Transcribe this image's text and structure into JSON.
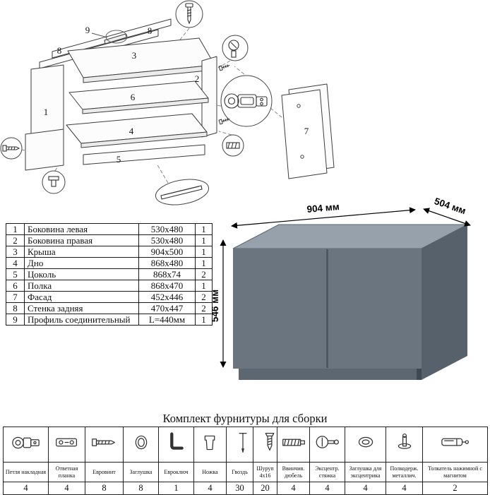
{
  "diagram": {
    "labels": [
      "9",
      "8",
      "8",
      "3",
      "1",
      "2",
      "6",
      "4",
      "5",
      "7"
    ]
  },
  "parts_table": {
    "rows": [
      {
        "num": "1",
        "name": "Боковина левая",
        "size": "530x480",
        "qty": "1"
      },
      {
        "num": "2",
        "name": "Боковина правая",
        "size": "530x480",
        "qty": "1"
      },
      {
        "num": "3",
        "name": "Крыша",
        "size": "904x500",
        "qty": "1"
      },
      {
        "num": "4",
        "name": "Дно",
        "size": "868x480",
        "qty": "1"
      },
      {
        "num": "5",
        "name": "Цоколь",
        "size": "868x74",
        "qty": "2"
      },
      {
        "num": "6",
        "name": "Полка",
        "size": "868x470",
        "qty": "1"
      },
      {
        "num": "7",
        "name": "Фасад",
        "size": "452x446",
        "qty": "2"
      },
      {
        "num": "8",
        "name": "Стенка задняя",
        "size": "470x447",
        "qty": "2"
      },
      {
        "num": "9",
        "name": "Профиль соединительный",
        "size": "L=440мм",
        "qty": "1"
      }
    ]
  },
  "cabinet": {
    "width_label": "904 мм",
    "depth_label": "504 мм",
    "height_label": "546 мм",
    "colors": {
      "top": "#97a1ab",
      "front": "#6b757f",
      "side": "#57616b",
      "plinth": "#5d6771"
    }
  },
  "hardware": {
    "title": "Комплект фурнитуры для сборки",
    "items": [
      {
        "icon": "hinge",
        "name": "Петля накладная",
        "qty": "4"
      },
      {
        "icon": "strike-plate",
        "name": "Ответная планка",
        "qty": "4"
      },
      {
        "icon": "euro-screw",
        "name": "Евровинт",
        "qty": "8"
      },
      {
        "icon": "cap",
        "name": "Заглушка",
        "qty": "8"
      },
      {
        "icon": "hex-key",
        "name": "Евроключ",
        "qty": "1"
      },
      {
        "icon": "foot",
        "name": "Ножка",
        "qty": "4"
      },
      {
        "icon": "nail",
        "name": "Гвоздь",
        "qty": "30"
      },
      {
        "icon": "screw",
        "name": "Шуруп 4x16",
        "qty": "20"
      },
      {
        "icon": "screw-dowel",
        "name": "Ввинчив. дюбель",
        "qty": "4"
      },
      {
        "icon": "cam-lock",
        "name": "Эксцентр. стяжка",
        "qty": "4"
      },
      {
        "icon": "cam-cap",
        "name": "Заглушка для эксцентрика",
        "qty": "4"
      },
      {
        "icon": "shelf-support",
        "name": "Полкодерж. металлич.",
        "qty": "4"
      },
      {
        "icon": "push-latch",
        "name": "Толкатель нажимной с магнитом",
        "qty": "2"
      }
    ]
  }
}
